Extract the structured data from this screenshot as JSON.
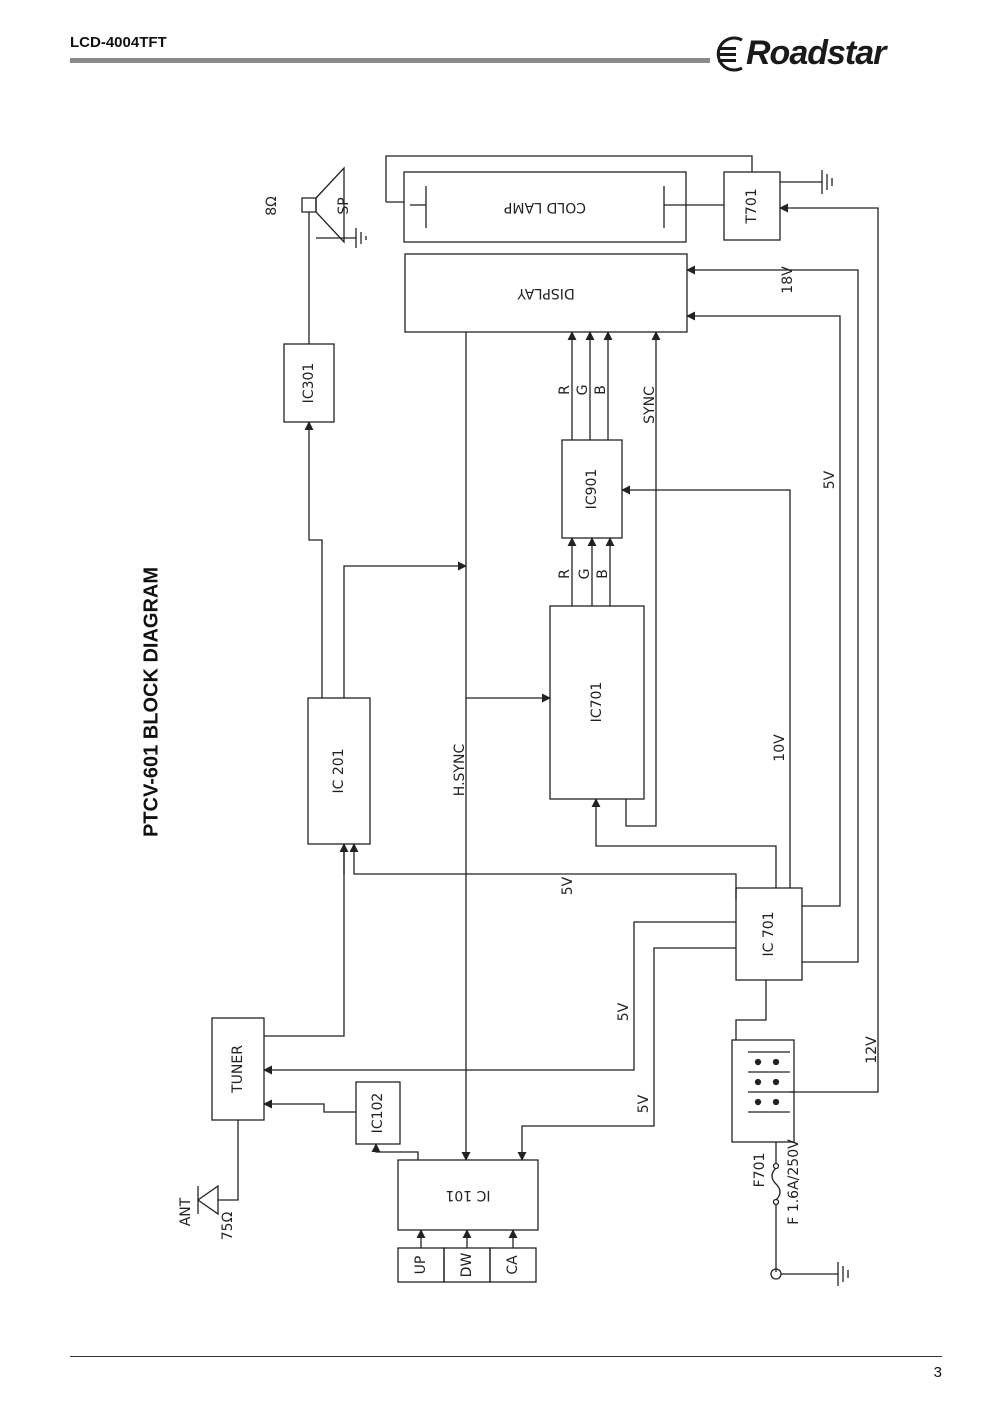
{
  "header": {
    "model": "LCD-4004TFT",
    "brand": "Roadstar"
  },
  "title": "PTCV-601 BLOCK DIAGRAM",
  "blocks": {
    "cold_lamp": "COLD LAMP",
    "t701": "T701",
    "display": "DISPLAY",
    "ic301": "IC301",
    "ic901": "IC901",
    "ic701_video": "IC701",
    "ic201": "IC 201",
    "ic701_power": "IC 701",
    "tuner": "TUNER",
    "ic102": "IC102",
    "ic101": "IC 101",
    "btn_up": "UP",
    "btn_dw": "DW",
    "btn_ca": "CA"
  },
  "labels": {
    "speaker_ohm": "8Ω",
    "speaker": "SP",
    "r": "R",
    "g": "G",
    "b": "B",
    "sync": "SYNC",
    "hsync": "H.SYNC",
    "v18": "18V",
    "v5_top": "5V",
    "v10": "10V",
    "v5_ic201": "5V",
    "v5_tuner": "5V",
    "v5_ic101": "5V",
    "v12": "12V",
    "fuse": "F701",
    "fuse_rating": "F 1.6A/250V",
    "ant": "ANT",
    "ant_ohm": "75Ω"
  },
  "footer": {
    "page": "3"
  }
}
